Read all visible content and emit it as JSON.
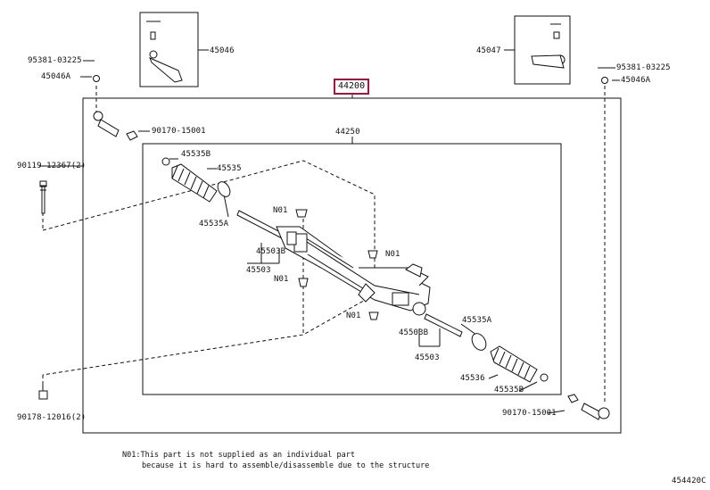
{
  "labels": {
    "p44200": "44200",
    "p44250": "44250",
    "p45046": "45046",
    "p45047": "45047",
    "p95381_l": "95381-03225",
    "p95381_r": "95381-03225",
    "p45046A_l": "45046A",
    "p45046A_r": "45046A",
    "p90170_top": "90170-15001",
    "p90170_bot": "90170-15001",
    "p90119": "90119-12367(2)",
    "p90178": "90178-12016(2)",
    "p45535B_top": "45535B",
    "p45535_top": "45535",
    "p45535A_left": "45535A",
    "p45503B_left": "45503B",
    "p45503_left": "45503",
    "p45535A_right": "45535A",
    "p45503B_right": "45503B",
    "p45503_right": "45503",
    "p45536": "45536",
    "p45535B_bot": "45535B",
    "n01_a": "N01",
    "n01_b": "N01",
    "n01_c": "N01",
    "n01_d": "N01"
  },
  "note": {
    "line1": "N01:This part is not supplied as an individual part",
    "line2": "because it is hard to assemble/disassemble due to the structure"
  },
  "diagram_id": "454420C",
  "colors": {
    "highlight": "#a0163c",
    "line": "#111111"
  }
}
